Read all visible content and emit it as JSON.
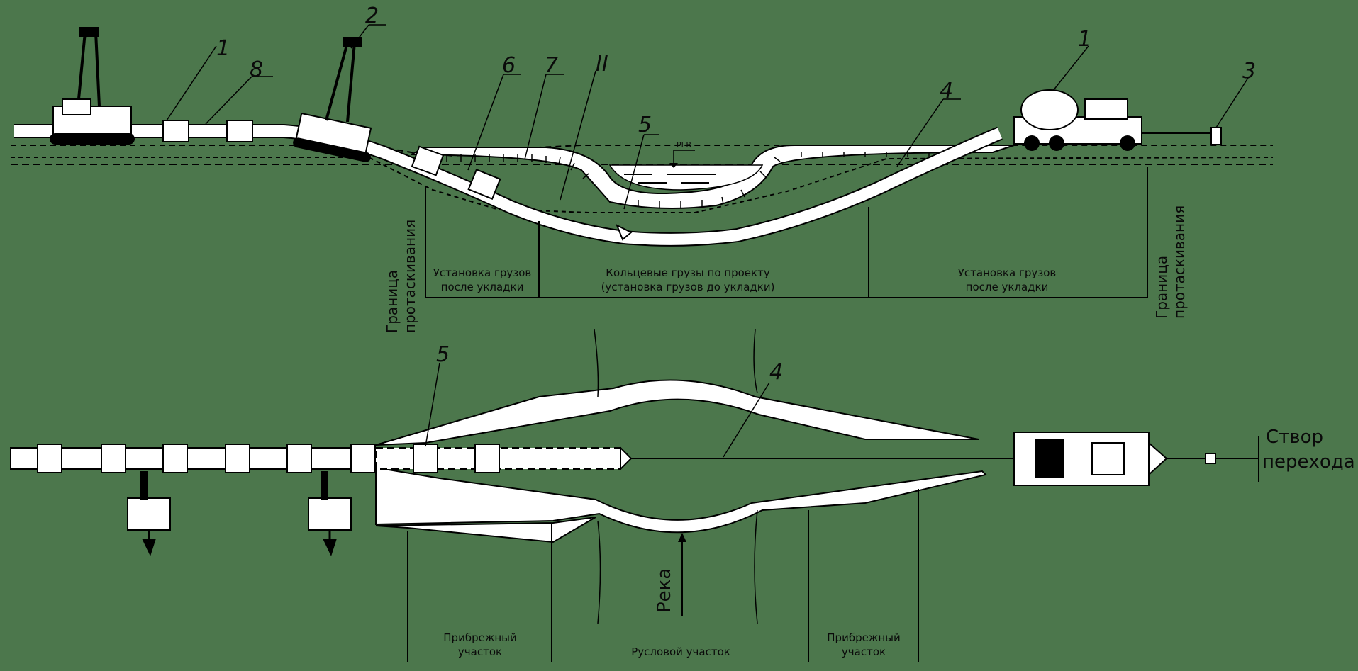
{
  "markers": {
    "top_1_left": "1",
    "top_8": "8",
    "top_2": "2",
    "top_6": "6",
    "top_7": "7",
    "top_II": "II",
    "top_5": "5",
    "top_4": "4",
    "top_1_right": "1",
    "top_3": "3",
    "plan_5": "5",
    "plan_4": "4"
  },
  "water_level": "РГВ",
  "profile_zones": {
    "left": [
      "Установка грузов",
      "после укладки"
    ],
    "center": [
      "Кольцевые грузы по проекту",
      "(установка грузов до укладки)"
    ],
    "right": [
      "Установка грузов",
      "после укладки"
    ]
  },
  "boundary_left": [
    "Граница",
    "протаскивания"
  ],
  "boundary_right": [
    "Граница",
    "протаскивания"
  ],
  "plan_zones": {
    "left": [
      "Прибрежный",
      "участок"
    ],
    "center": [
      "Русловой участок"
    ],
    "right": [
      "Прибрежный",
      "участок"
    ]
  },
  "river_label": "Река",
  "crossing_label": [
    "Створ",
    "перехода"
  ],
  "colors": {
    "background": "#4c774c",
    "line": "#000000",
    "fill": "#ffffff"
  }
}
